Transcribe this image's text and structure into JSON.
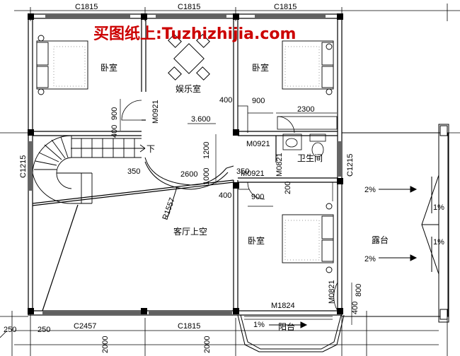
{
  "watermark": {
    "text": "买图纸上:Tuzhizhijia.com",
    "color": "#cc0000"
  },
  "rooms": {
    "bedroom_nw": "卧室",
    "bedroom_ne": "卧室",
    "bedroom_se": "卧室",
    "entertainment": "娱乐室",
    "bathroom": "卫生间",
    "void_over_living": "客厅上空",
    "terrace": "露台",
    "balcony": "阳台"
  },
  "openings": {
    "window_top_left": "C1815",
    "window_top_mid": "C1815",
    "window_top_right": "C1815",
    "window_left": "C1215",
    "window_right": "C1215",
    "window_bottom_left": "C2457",
    "window_bottom_mid": "C1815",
    "door_ent": "M0921",
    "door_bed_ne": "M0921",
    "door_bath": "M0921",
    "door_bath2": "M0821",
    "door_bed_se": "M0821",
    "door_balcony": "M1824"
  },
  "dimensions": {
    "d900_a": "900",
    "d400_a": "400",
    "d400_b": "400",
    "d900_b": "900",
    "d2300": "2300",
    "d1200": "1200",
    "d1000": "1000",
    "d350_a": "350",
    "d2600": "2600",
    "d350_b": "350",
    "d200": "200",
    "d400_c": "400",
    "d900_c": "900",
    "d800": "800",
    "d400_d": "400",
    "d250_a": "250",
    "d250_b": "250",
    "d2000_a": "2000",
    "d2000_b": "2000",
    "radius": "R1557"
  },
  "annotations": {
    "level": "3.600",
    "stair_down": "下",
    "slope_1": "2%",
    "slope_2": "2%",
    "slope_3": "1%",
    "slope_4": "1%",
    "slope_5": "1%"
  },
  "colors": {
    "line": "#000000",
    "wall": "#111111",
    "watermark": "#cc0000"
  }
}
